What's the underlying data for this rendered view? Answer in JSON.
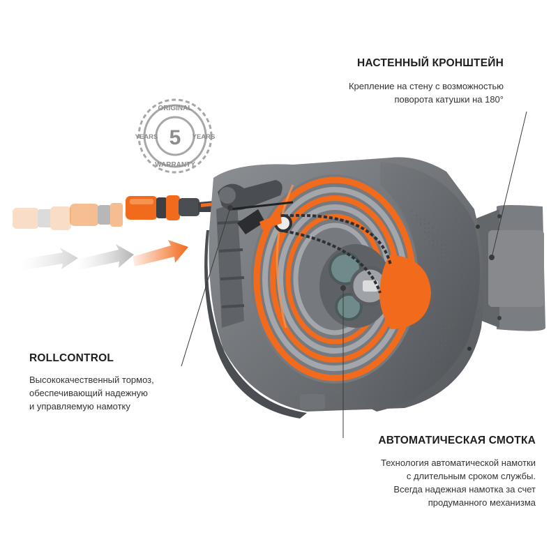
{
  "warranty": {
    "top": "ORIGINAL",
    "left": "YEARS",
    "number": "5",
    "right": "YEARS",
    "bottom": "WARRANTY"
  },
  "callouts": {
    "bracket": {
      "title": "НАСТЕННЫЙ КРОНШТЕЙН",
      "lines": [
        "Крепление на стену с возможностью",
        "поворота катушки на 180°"
      ]
    },
    "rollcontrol": {
      "title": "ROLLCONTROL",
      "lines": [
        "Высококачественный тормоз,",
        "обеспечивающий надежную",
        "и управляемую намотку"
      ]
    },
    "auto": {
      "title": "АВТОМАТИЧЕСКАЯ СМОТКА",
      "lines": [
        "Технология автоматической намотки",
        "с длительным сроком службы.",
        "Всегда надежная намотка за счет",
        "продуманного механизма"
      ]
    }
  },
  "colors": {
    "accent_orange": "#f26a1b",
    "housing_dark": "#6b6e72",
    "housing_mid": "#8a8d91",
    "hose_gray": "#9a9da1"
  },
  "icons": [
    "warranty-seal-icon",
    "motion-arrow-icon",
    "hose-connector-icon"
  ]
}
